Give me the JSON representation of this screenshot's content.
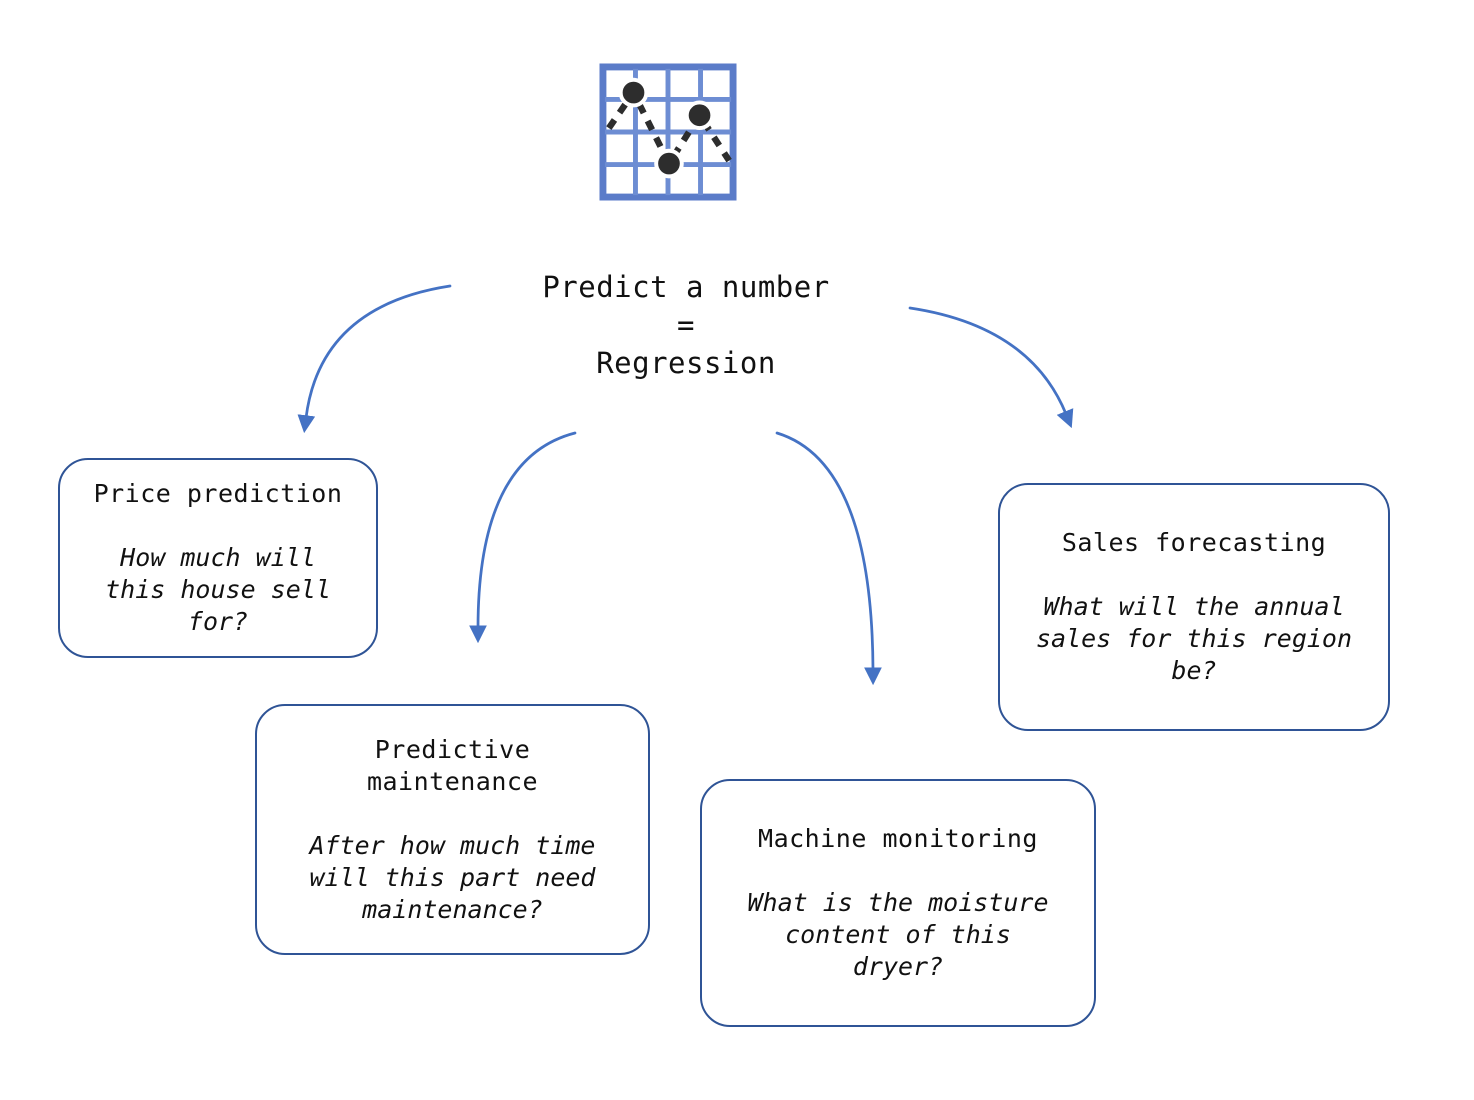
{
  "theme": {
    "arrow_color": "#4472C4",
    "box_border_color": "#2F5496",
    "icon_frame_color": "#5B7CC9",
    "icon_grid_color": "#6D8DD3",
    "icon_dot_color": "#2D2D2D",
    "text_color": "#111111",
    "background": "#FFFFFF"
  },
  "header": {
    "icon": "scatter-chart-icon",
    "title": "Predict a number\n=\nRegression"
  },
  "boxes": [
    {
      "id": "price-prediction",
      "title": "Price prediction",
      "question": "How much will\nthis house sell\nfor?"
    },
    {
      "id": "predictive-maintenance",
      "title": "Predictive\nmaintenance",
      "question": "After how much time\nwill this part need\nmaintenance?"
    },
    {
      "id": "machine-monitoring",
      "title": "Machine monitoring",
      "question": "What is the moisture\ncontent of this\ndryer?"
    },
    {
      "id": "sales-forecasting",
      "title": "Sales forecasting",
      "question": "What will the annual\nsales for this region\nbe?"
    }
  ]
}
